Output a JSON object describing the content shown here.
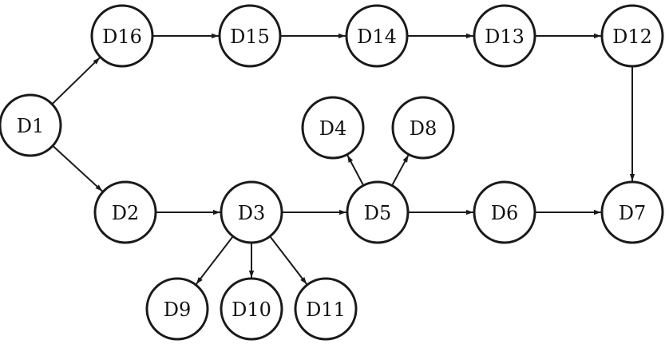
{
  "diagram": {
    "type": "directed-graph",
    "nodes": [
      {
        "id": "D1",
        "label": "D1"
      },
      {
        "id": "D16",
        "label": "D16"
      },
      {
        "id": "D15",
        "label": "D15"
      },
      {
        "id": "D14",
        "label": "D14"
      },
      {
        "id": "D13",
        "label": "D13"
      },
      {
        "id": "D12",
        "label": "D12"
      },
      {
        "id": "D2",
        "label": "D2"
      },
      {
        "id": "D3",
        "label": "D3"
      },
      {
        "id": "D5",
        "label": "D5"
      },
      {
        "id": "D6",
        "label": "D6"
      },
      {
        "id": "D7",
        "label": "D7"
      },
      {
        "id": "D4",
        "label": "D4"
      },
      {
        "id": "D8",
        "label": "D8"
      },
      {
        "id": "D9",
        "label": "D9"
      },
      {
        "id": "D10",
        "label": "D10"
      },
      {
        "id": "D11",
        "label": "D11"
      }
    ],
    "edges": [
      {
        "from": "D1",
        "to": "D16"
      },
      {
        "from": "D16",
        "to": "D15"
      },
      {
        "from": "D15",
        "to": "D14"
      },
      {
        "from": "D14",
        "to": "D13"
      },
      {
        "from": "D13",
        "to": "D12"
      },
      {
        "from": "D12",
        "to": "D7"
      },
      {
        "from": "D1",
        "to": "D2"
      },
      {
        "from": "D2",
        "to": "D3"
      },
      {
        "from": "D3",
        "to": "D5"
      },
      {
        "from": "D5",
        "to": "D6"
      },
      {
        "from": "D6",
        "to": "D7"
      },
      {
        "from": "D5",
        "to": "D4"
      },
      {
        "from": "D5",
        "to": "D8"
      },
      {
        "from": "D3",
        "to": "D9"
      },
      {
        "from": "D3",
        "to": "D10"
      },
      {
        "from": "D3",
        "to": "D11"
      }
    ]
  }
}
